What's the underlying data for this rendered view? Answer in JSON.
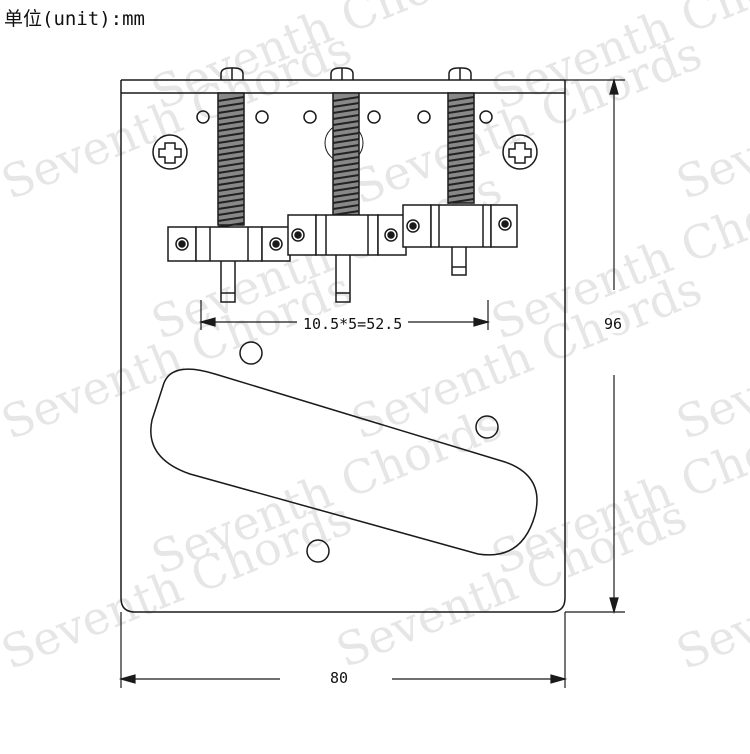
{
  "unit_label": "单位(unit):mm",
  "dimensions": {
    "saddle_spacing": "10.5*5=52.5",
    "height": "96",
    "width": "80"
  },
  "watermark": "Seventh Chords",
  "colors": {
    "line": "#1a1a1a",
    "watermark": "#e6e6e6",
    "background": "#ffffff"
  }
}
